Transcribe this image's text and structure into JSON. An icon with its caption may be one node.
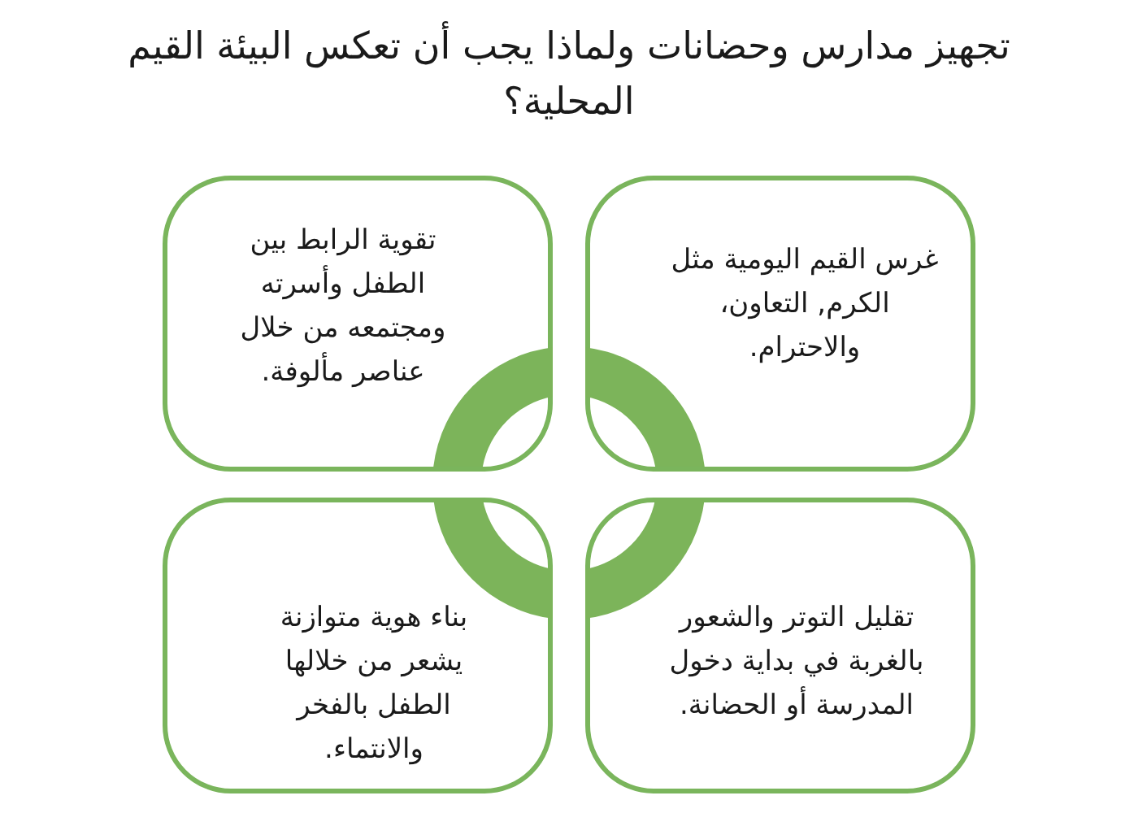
{
  "diagram": {
    "title": "تجهيز مدارس وحضانات ولماذا يجب أن تعكس البيئة القيم المحلية؟",
    "nodes": [
      {
        "text": [
          "غرس القيم اليومية مثل الكرم, التعاون، والاحترام."
        ]
      },
      {
        "text": [
          "تقوية الرابط بين الطفل وأسرته ومجتمعه من خلال عناصر مألوفة."
        ]
      },
      {
        "text": [
          "تقليل التوتر والشعور بالغربة في بداية دخول المدرسة أو الحضانة."
        ]
      },
      {
        "text": [
          "بناء هوية متوازنة يشعر من خلالها الطفل بالفخر والانتماء."
        ]
      }
    ]
  }
}
